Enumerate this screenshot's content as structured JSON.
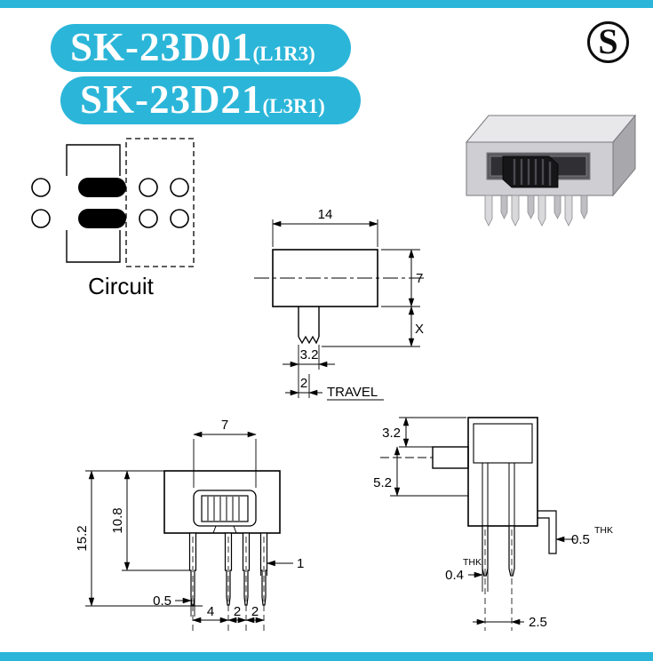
{
  "colors": {
    "accent": "#2bb6d9",
    "text_on_accent": "#ffffff",
    "line": "#000000",
    "background": "#ffffff"
  },
  "badges": [
    {
      "model": "SK-23D01",
      "variant": "(L1R3)"
    },
    {
      "model": "SK-23D21",
      "variant": "(L3R1)"
    }
  ],
  "logo": {
    "letter": "S"
  },
  "circuit": {
    "label": "Circuit"
  },
  "top_view": {
    "width": "14",
    "height": "7",
    "stem_height_label": "X",
    "stem_width": "3.2",
    "travel": "2",
    "travel_label": "TRAVEL"
  },
  "front_view": {
    "slot_width": "7",
    "total_height": "15.2",
    "body_height": "10.8",
    "pin_width": "1",
    "pin_thickness": "0.5",
    "pitch_a": "4",
    "pitch_b": "2",
    "pitch_c": "2"
  },
  "side_view": {
    "dim_top": "3.2",
    "dim_side": "5.2",
    "cover_thickness": "0.5",
    "pin_thickness": "0.4",
    "thk_label": "THK",
    "row_pitch": "2.5"
  }
}
